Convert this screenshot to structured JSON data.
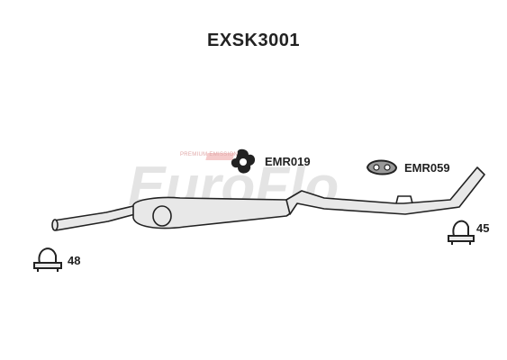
{
  "title": "EXSK3001",
  "watermark": {
    "logo_text": "EuroFlo",
    "tagline": "PREMIUM EMISSIONS"
  },
  "parts": {
    "rubber_mount_1": {
      "code": "EMR019"
    },
    "rubber_mount_2": {
      "code": "EMR059"
    },
    "clamp_left": {
      "size": "48"
    },
    "clamp_right": {
      "size": "45"
    }
  },
  "colors": {
    "outline": "#222222",
    "fill": "#e8e8e8",
    "watermark_grey": "#c9c9c9",
    "watermark_red": "#e26a6a"
  }
}
